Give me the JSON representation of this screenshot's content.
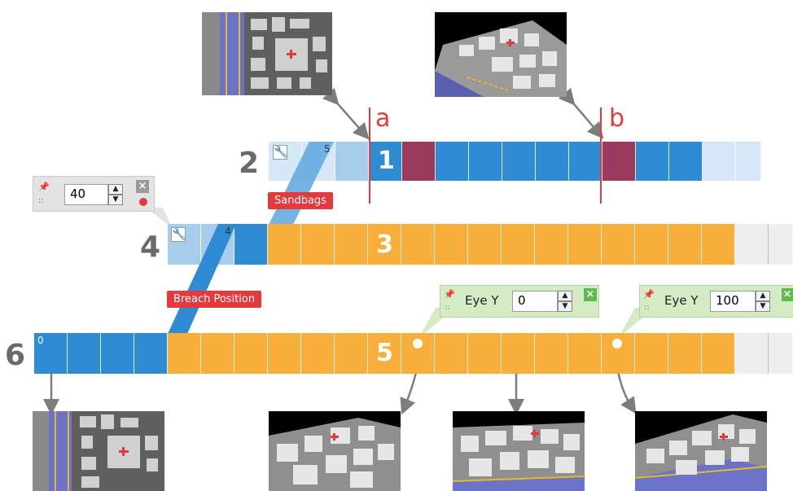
{
  "markers": {
    "a": "a",
    "b": "b"
  },
  "rows": {
    "row2": {
      "label": "2",
      "segment_number": "1",
      "index_label": "5"
    },
    "row4": {
      "label": "4",
      "segment_number": "3",
      "index_label": "4"
    },
    "row6": {
      "label": "6",
      "segment_number": "5",
      "index_label": "0"
    }
  },
  "tags": {
    "sandbags": "Sandbags",
    "breach": "Breach Position"
  },
  "number_panel": {
    "value": "40"
  },
  "eye_panels": [
    {
      "label": "Eye Y",
      "value": "0"
    },
    {
      "label": "Eye Y",
      "value": "100"
    }
  ],
  "icons": {
    "wrench": "wrench-icon",
    "pin": "pin-icon",
    "close": "close-icon",
    "record": "record-dot-icon"
  },
  "colors": {
    "blue": "#2e8bd4",
    "light_blue": "#a6cdec",
    "pale_blue": "#d6e8f7",
    "orange": "#f8ae3a",
    "light_gray": "#eeeeee",
    "selected": "#9b3a5d",
    "red": "#e53a3d",
    "green_panel": "#d4ebc5"
  }
}
